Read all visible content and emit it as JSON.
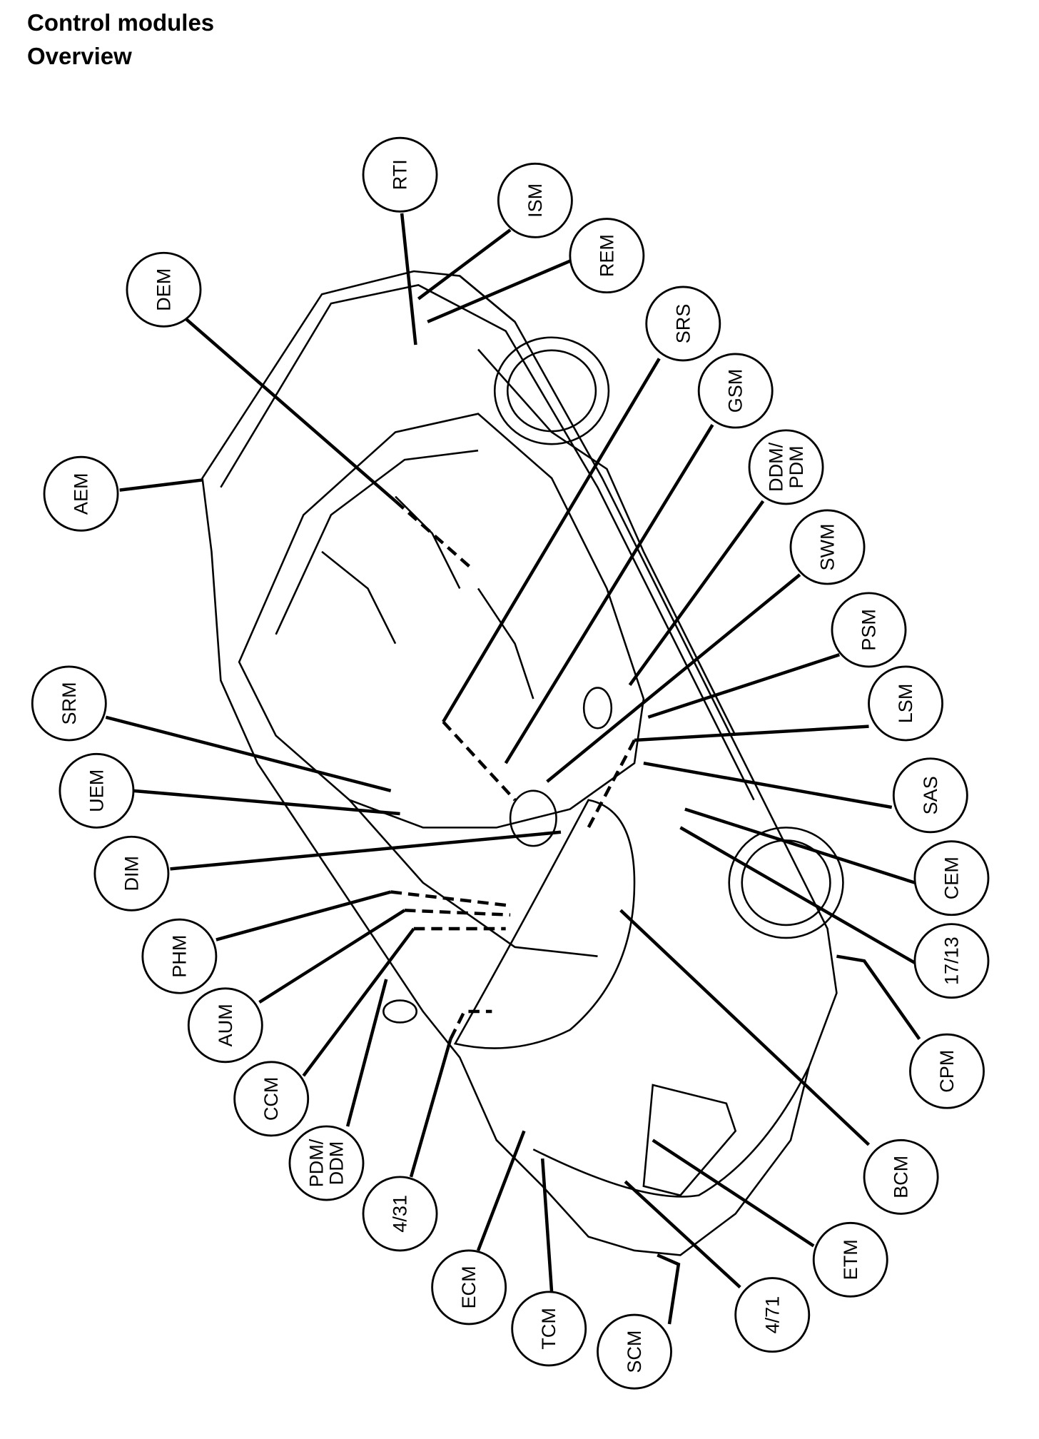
{
  "header": {
    "title_line1": "Control modules",
    "title_line2": "Overview"
  },
  "modules": [
    {
      "id": "RTI",
      "lines": [
        "RTI"
      ]
    },
    {
      "id": "ISM",
      "lines": [
        "ISM"
      ]
    },
    {
      "id": "REM",
      "lines": [
        "REM"
      ]
    },
    {
      "id": "DEM",
      "lines": [
        "DEM"
      ]
    },
    {
      "id": "SRS",
      "lines": [
        "SRS"
      ]
    },
    {
      "id": "GSM",
      "lines": [
        "GSM"
      ]
    },
    {
      "id": "DDM-PDM",
      "lines": [
        "DDM/",
        "PDM"
      ]
    },
    {
      "id": "AEM",
      "lines": [
        "AEM"
      ]
    },
    {
      "id": "SWM",
      "lines": [
        "SWM"
      ]
    },
    {
      "id": "PSM",
      "lines": [
        "PSM"
      ]
    },
    {
      "id": "SRM",
      "lines": [
        "SRM"
      ]
    },
    {
      "id": "LSM",
      "lines": [
        "LSM"
      ]
    },
    {
      "id": "UEM",
      "lines": [
        "UEM"
      ]
    },
    {
      "id": "SAS",
      "lines": [
        "SAS"
      ]
    },
    {
      "id": "DIM",
      "lines": [
        "DIM"
      ]
    },
    {
      "id": "CEM",
      "lines": [
        "CEM"
      ]
    },
    {
      "id": "PHM",
      "lines": [
        "PHM"
      ]
    },
    {
      "id": "17-13",
      "lines": [
        "17/13"
      ]
    },
    {
      "id": "AUM",
      "lines": [
        "AUM"
      ]
    },
    {
      "id": "CPM",
      "lines": [
        "CPM"
      ]
    },
    {
      "id": "CCM",
      "lines": [
        "CCM"
      ]
    },
    {
      "id": "PDM-DDM",
      "lines": [
        "PDM/",
        "DDM"
      ]
    },
    {
      "id": "BCM",
      "lines": [
        "BCM"
      ]
    },
    {
      "id": "4-31",
      "lines": [
        "4/31"
      ]
    },
    {
      "id": "ETM",
      "lines": [
        "ETM"
      ]
    },
    {
      "id": "ECM",
      "lines": [
        "ECM"
      ]
    },
    {
      "id": "4-71",
      "lines": [
        "4/71"
      ]
    },
    {
      "id": "TCM",
      "lines": [
        "TCM"
      ]
    },
    {
      "id": "SCM",
      "lines": [
        "SCM"
      ]
    }
  ]
}
